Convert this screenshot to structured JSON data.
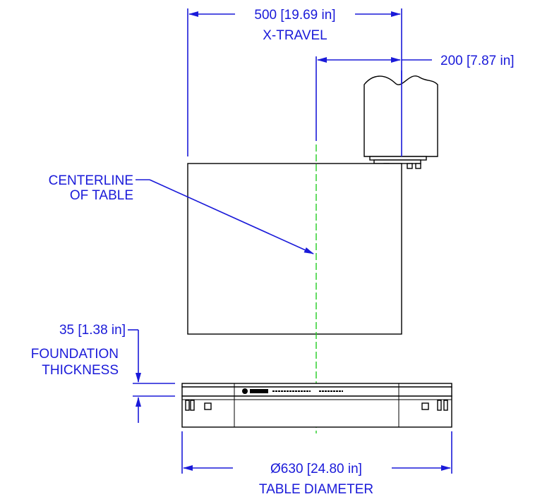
{
  "dimensions": {
    "x_travel_value": "500 [19.69 in]",
    "x_travel_caption": "X-TRAVEL",
    "offset_value": "200 [7.87 in]",
    "centerline_line1": "CENTERLINE",
    "centerline_line2": "OF TABLE",
    "foundation_value": "35 [1.38 in]",
    "foundation_line1": "FOUNDATION",
    "foundation_line2": "THICKNESS",
    "diameter_value": "Ø630 [24.80 in]",
    "diameter_caption": "TABLE DIAMETER"
  },
  "colors": {
    "dimension": "#1a1ad9",
    "centerline": "#22cc22",
    "outline": "#000000"
  }
}
